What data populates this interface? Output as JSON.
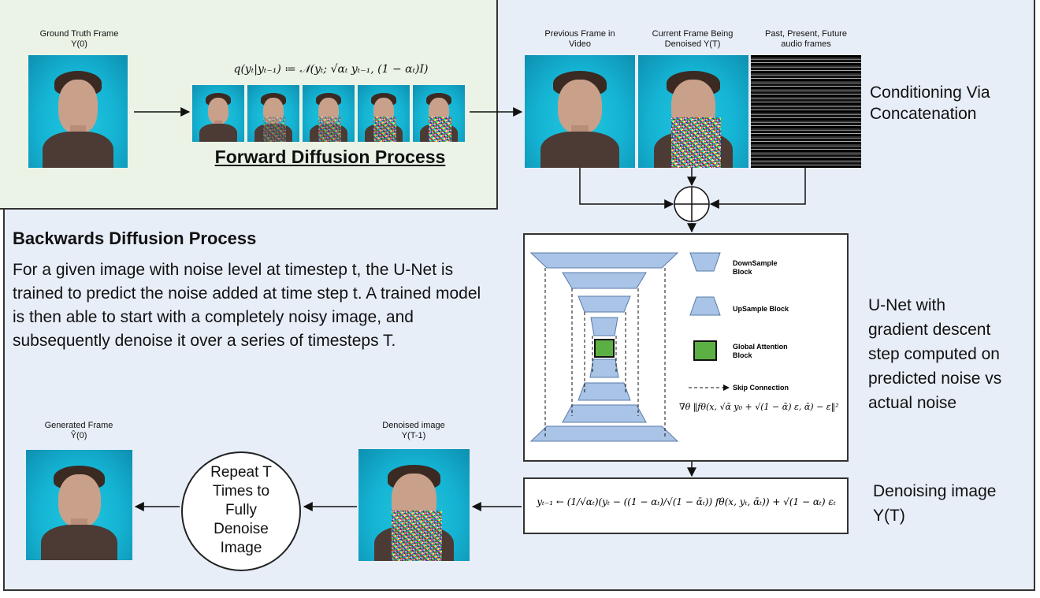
{
  "forward": {
    "gt_caption": "Ground Truth Frame\nY(0)",
    "formula": "q(yₜ|yₜ₋₁) ≔ 𝒩(yₜ; √αₜ yₜ₋₁, (1 − αₜ)I)",
    "title": "Forward Diffusion Process"
  },
  "conditioning": {
    "prev_caption": "Previous Frame in\nVideo",
    "current_caption": "Current Frame Being\nDenoised Y(T)",
    "audio_caption": "Past, Present, Future\naudio frames",
    "label": "Conditioning Via\nConcatenation"
  },
  "backward": {
    "title": "Backwards Diffusion Process",
    "description": "For a given image with noise level at timestep t, the U-Net is trained to predict the noise added at time step t. A trained model is then able to start with a completely noisy image, and subsequently denoise it over a series of timesteps T."
  },
  "unet": {
    "legend_down": "DownSample\nBlock",
    "legend_up": "UpSample Block",
    "legend_attention": "Global Attention\nBlock",
    "legend_skip": "Skip Connection",
    "loss": "∇θ ‖fθ(x, √ᾱ y₀ + √(1 − ᾱ) ε, ᾱ) − ε‖²",
    "label": "U-Net with\ngradient descent\nstep computed on\npredicted noise vs\nactual noise"
  },
  "denoise": {
    "formula": "yₜ₋₁ ← (1/√αₜ)(yₜ − ((1 − αₜ)/√(1 − ᾱₜ)) fθ(x, yₜ, ᾱₜ)) + √(1 − αₜ) εₜ",
    "label": "Denoising image\nY(T)",
    "denoised_caption": "Denoised image\nY(T-1)",
    "repeat_text": "Repeat T\nTimes to\nFully\nDenoise\nImage",
    "generated_caption": "Generated Frame\nŶ(0)"
  },
  "colors": {
    "accent": "#a9c4e6",
    "attention": "#5cb043"
  }
}
